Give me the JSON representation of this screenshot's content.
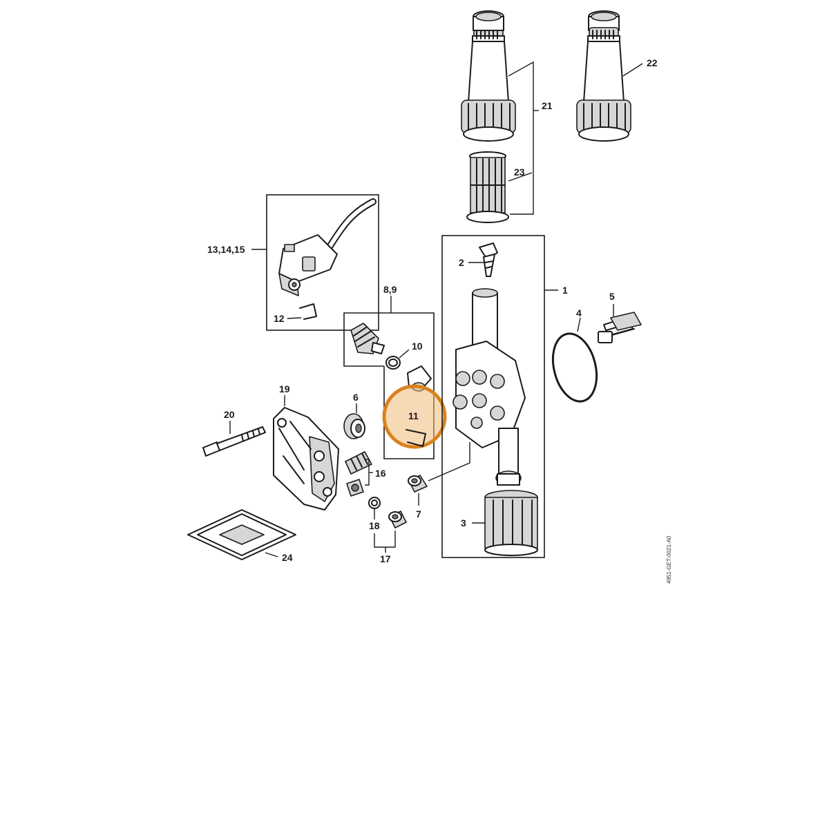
{
  "diagram": {
    "drawing_code": "4951-GET-0021-A0",
    "highlight_color": "#d9821f",
    "highlighted_part": "11",
    "callouts": {
      "c1": "1",
      "c2": "2",
      "c3": "3",
      "c4": "4",
      "c5": "5",
      "c6": "6",
      "c7": "7",
      "c8_9": "8,9",
      "c10": "10",
      "c11": "11",
      "c12": "12",
      "c13_14_15": "13,14,15",
      "c16": "16",
      "c17": "17",
      "c18": "18",
      "c19": "19",
      "c20": "20",
      "c21": "21",
      "c22": "22",
      "c23": "23",
      "c24": "24"
    }
  }
}
